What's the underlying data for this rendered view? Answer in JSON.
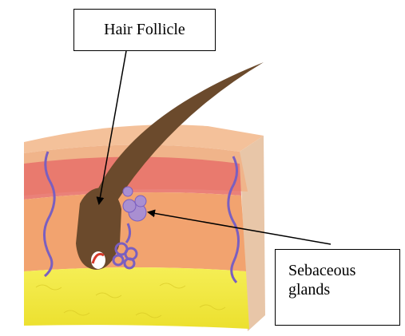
{
  "diagram": {
    "labels": {
      "hair_follicle": "Hair Follicle",
      "sebaceous_line1": "Sebaceous",
      "sebaceous_line2": "glands"
    },
    "colors": {
      "skin_top": "#f2b27e",
      "epidermis_red": "#e8736a",
      "dermis": "#f2a36f",
      "fat": "#f2ea3c",
      "hair": "#6b4a2c",
      "gland": "#a98fd1",
      "vessel": "#7a5fc0"
    }
  }
}
